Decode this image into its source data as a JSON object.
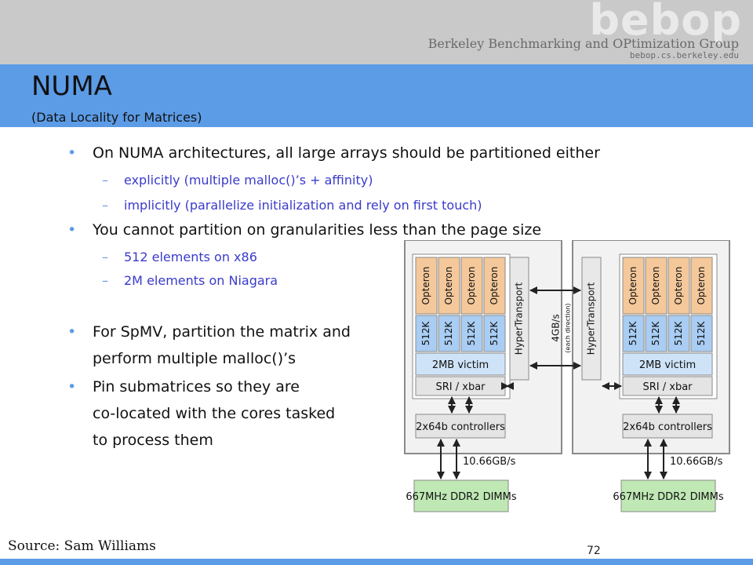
{
  "header": {
    "logo_text": "bebop",
    "group_name": "Berkeley Benchmarking and OPtimization Group",
    "group_url": "bebop.cs.berkeley.edu"
  },
  "slide": {
    "title": "NUMA",
    "subtitle": "(Data Locality for Matrices)",
    "bullets": [
      {
        "text": "On NUMA architectures, all large arrays should be partitioned either",
        "sub": [
          "explicitly (multiple malloc()’s + affinity)",
          "implicitly (parallelize initialization and rely on first touch)"
        ]
      },
      {
        "text": "You cannot partition on granularities less than the page size",
        "sub": [
          "512 elements on x86",
          "2M elements on Niagara"
        ]
      },
      {
        "text": "For SpMV, partition the matrix and",
        "continuation": "perform multiple malloc()’s"
      },
      {
        "text": "Pin submatrices so they are",
        "continuation": [
          "co-located with the cores tasked",
          "to process them"
        ]
      }
    ]
  },
  "diagram": {
    "core_label": "Opteron",
    "cache_label": "512K",
    "victim_label": "2MB victim",
    "xbar_label": "SRI / xbar",
    "ht_label": "HyperTransport",
    "link_label": "4GB/s",
    "link_sub": "(each direction)",
    "controller_label": "2x64b controllers",
    "mem_bw": "10.66GB/s",
    "dimm_label": "667MHz DDR2 DIMMs",
    "colors": {
      "core": "#f4c89a",
      "cache": "#a9cdf3",
      "victim": "#cfe3f8",
      "dimm": "#bfe8b4",
      "box": "#f2f2f2",
      "border": "#8a8a8a"
    }
  },
  "footer": {
    "source": "Source: Sam Williams",
    "page_number": "72"
  }
}
